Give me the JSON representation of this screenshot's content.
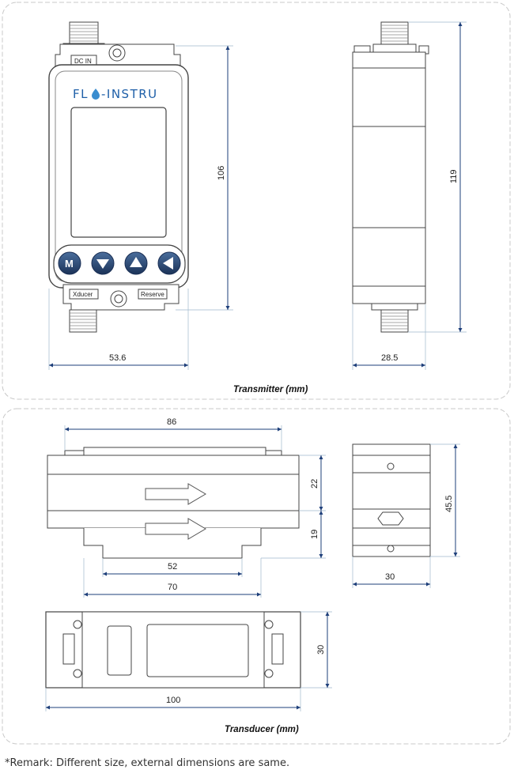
{
  "transmitter": {
    "caption": "Transmitter  (mm)",
    "port_labels": {
      "dc_in": "DC IN",
      "xducer": "Xducer",
      "reserve": "Reserve"
    },
    "logo": {
      "left": "FL",
      "right": "-INSTRU"
    },
    "buttons": [
      "M",
      "down",
      "up",
      "left"
    ],
    "dims": {
      "width": "53.6",
      "height": "106",
      "depth": "28.5",
      "side_height": "119"
    }
  },
  "transducer": {
    "caption": "Transducer  (mm)",
    "dims": {
      "top_length": "86",
      "upper_height": "22",
      "lower_height": "19",
      "inner_length": "52",
      "base_length": "70",
      "side_height": "45.5",
      "side_width": "30",
      "bottom_length": "100",
      "bottom_width": "30"
    }
  },
  "remark": "*Remark: Different size, external dimensions are same.",
  "colors": {
    "logo_blue": "#1e5fa8",
    "logo_drop": "#3a8dcf",
    "button": "#23406b",
    "dim_line": "#1e3f7a",
    "frame": "#c8c8c8"
  }
}
